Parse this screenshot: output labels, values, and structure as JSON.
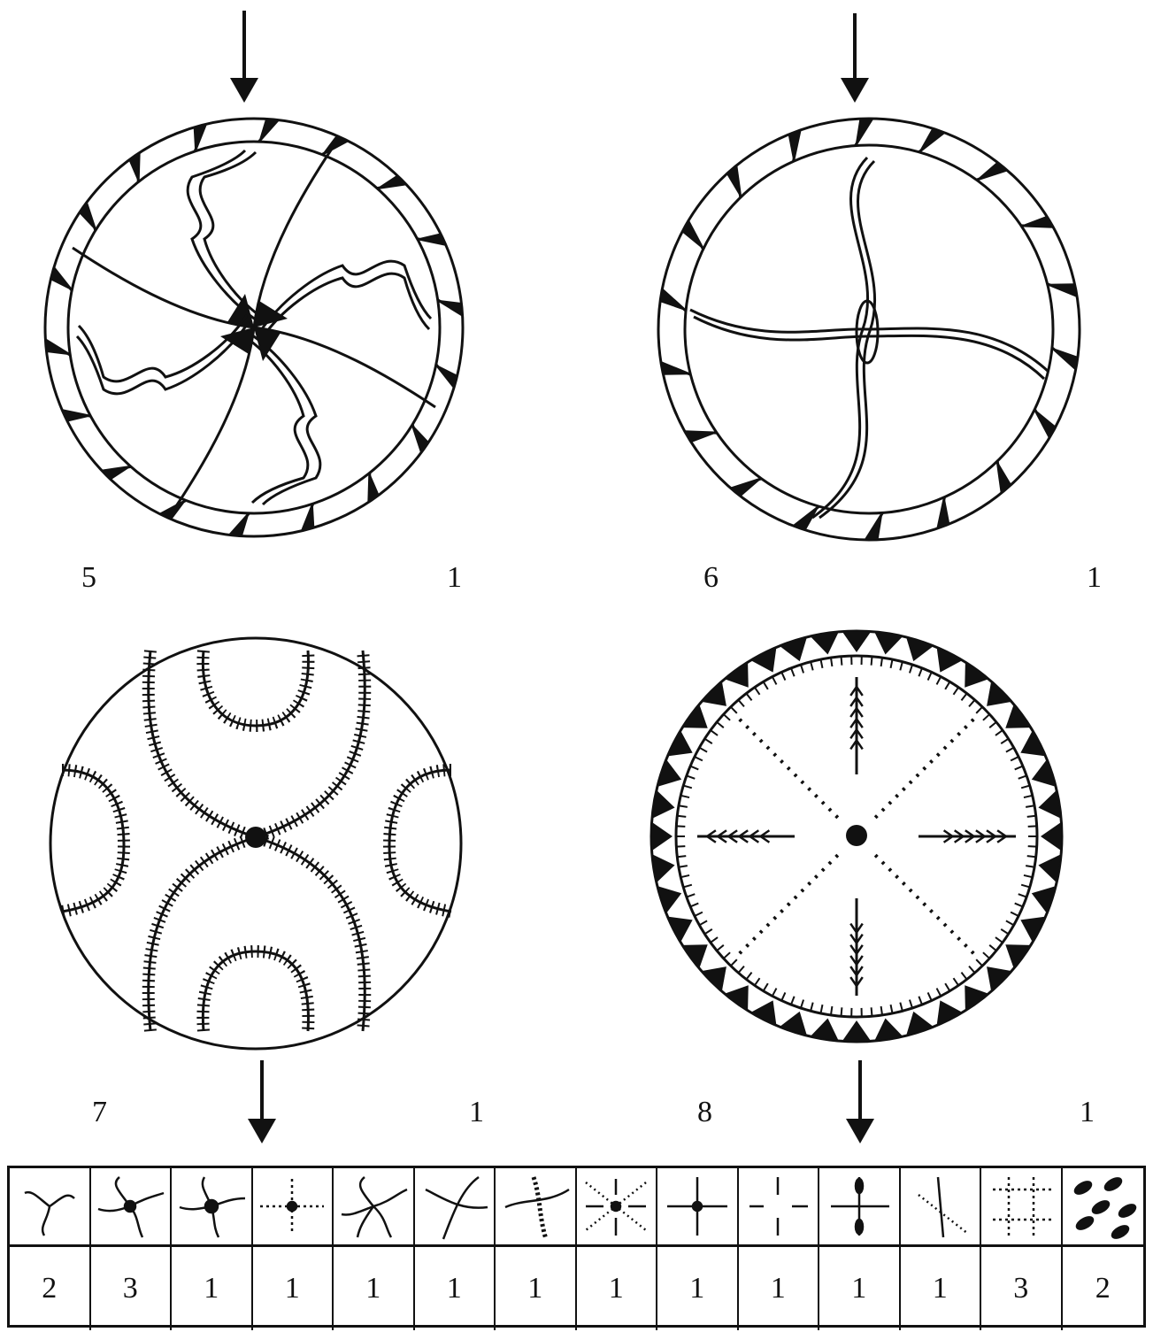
{
  "figures": [
    {
      "id": "fig-5",
      "number": "5",
      "count": "1"
    },
    {
      "id": "fig-6",
      "number": "6",
      "count": "1"
    },
    {
      "id": "fig-7",
      "number": "7",
      "count": "1"
    },
    {
      "id": "fig-8",
      "number": "8",
      "count": "1"
    }
  ],
  "motif_table": {
    "counts": [
      "2",
      "3",
      "1",
      "1",
      "1",
      "1",
      "1",
      "1",
      "1",
      "1",
      "1",
      "1",
      "3",
      "2"
    ],
    "motifs": [
      "three-arm-whirl-icon",
      "feathered-whirl-icon",
      "feathered-cross-icon",
      "dotted-cross-icon",
      "multi-line-whirl-icon",
      "curved-cross-icon",
      "hatched-arc-cross-icon",
      "radial-fir-icon",
      "fir-cross-icon",
      "arrow-cross-icon",
      "leaf-cross-icon",
      "branch-icon",
      "dotted-grid-icon",
      "leaf-scatter-icon"
    ]
  }
}
